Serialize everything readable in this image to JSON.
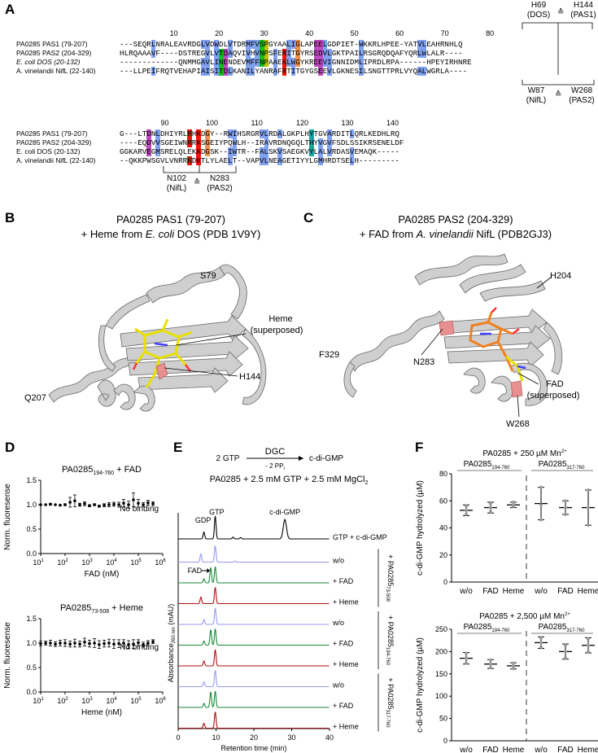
{
  "panels": {
    "A": "A",
    "B": "B",
    "C": "C",
    "D": "D",
    "E": "E",
    "F": "F"
  },
  "alignment": {
    "block1": {
      "ruler": [
        "10",
        "20",
        "30",
        "40",
        "50",
        "60",
        "70",
        "80"
      ],
      "names": [
        "PA0285 PAS1 (79-207)",
        "PA0285 PAS2 (204-329)",
        "E. coli DOS (20-132)",
        "A. vinelandii NifL (22-140)"
      ],
      "seqs": [
        "---SEQRLNRALEAVRDGLVDWDLVTDRMFVSPGYAALIGLAPEELGDPIET-WKKRLHPEE-YATVLEAHRNHLQ",
        "HLRQAAAVF----DSTREGVLVTDAQVIVHVNPSFERITGYRSEDVLGKTPAILRSGRQDQAFYQRLWLALR----",
        "-------------QNMMGAVLINENDEVMFFNPAAEKLWGYKREEVIGNNIDMLIPRDLRPA------HPEYIRHNRE",
        "---LLPEIFRQTVEHAPIAISITDLKANILYANRAFRTITGYGSEEVLGKNESILSNGTTPRLVYQALWGRLA----"
      ],
      "top_annot_res": "H69\n(DOS)",
      "top_annot_res2": "H144\n(PAS1)",
      "bot_annot_res": "W87\n(NifL)",
      "bot_annot_res2": "W268\n(PAS2)"
    },
    "block2": {
      "ruler": [
        "90",
        "100",
        "110",
        "120",
        "130",
        "140"
      ],
      "names": [
        "PA0285 PAS1 (79-207)",
        "PA0285 PAS2 (204-329)",
        "E. coli DOS (20-132)",
        "A. vinelandii NifL (22-140)"
      ],
      "seqs": [
        "G---LTDNLDHIYRLRHKDGY--RWIHSRGRVLRDALGKPLHYTGVARDITLQRLKEDHLRQ",
        "----EQDVVSGEIWNRRKSGEIYPQWLH--IRAVRDNQGQLTHYVGVFSDLSSIKRSENELDF",
        "GGKARVEGMSRELQLEKKDGSK--IWTR--FALSKVSAEGKVYLALVRDASVEMAQK-----",
        "--QKKPWSGVLVNRRKDKTLYLAELT--VAPVLNEAGETIYYLGMHRDTSELH---------"
      ],
      "bot_annot_res": "N102\n(NifL)",
      "bot_annot_res2": "N283\n(PAS2)"
    },
    "anchor_symbol": "≙"
  },
  "panelB": {
    "title1": "PA0285 PAS1 (79-207)",
    "title2_pre": "+ Heme from ",
    "title2_ital": "E. coli",
    "title2_post": " DOS (PDB 1V9Y)",
    "labels": {
      "s79": "S79",
      "heme": "Heme",
      "heme2": "(superposed)",
      "h144": "H144",
      "q207": "Q207"
    }
  },
  "panelC": {
    "title1": "PA0285 PAS2 (204-329)",
    "title2_pre": "+ FAD from ",
    "title2_ital": "A. vinelandii",
    "title2_post": " NifL (PDB2GJ3)",
    "labels": {
      "h204": "H204",
      "f329": "F329",
      "n283": "N283",
      "fad": "FAD",
      "fad2": "(superposed)",
      "w268": "W268"
    }
  },
  "panelD": {
    "top_title": "PA0285",
    "top_title_sub": "194-760",
    "top_title_post": " + FAD",
    "top_note": "No binding",
    "top_xlabel": "FAD (nM)",
    "bot_title": "PA0285",
    "bot_title_sub": "73-508",
    "bot_title_post": " + Heme",
    "bot_note": "No binding",
    "bot_xlabel": "Heme (nM)",
    "ylabel": "Norm. fluoresense",
    "yticks": [
      "0.0",
      "0.5",
      "1.0",
      "1.5"
    ],
    "xticks_base": "10",
    "xticks_exp": [
      "1",
      "2",
      "3",
      "4",
      "5",
      "6"
    ]
  },
  "panelE": {
    "reaction_left": "2 GTP",
    "reaction_enzyme": "DGC",
    "reaction_by": "- 2 PP",
    "reaction_by_sub": "i",
    "reaction_right": "c-di-GMP",
    "condition": "PA0285 + 2.5 mM GTP + 2.5 mM MgCl",
    "condition_sub": "2",
    "peak_labels": {
      "gdp": "GDP",
      "gtp": "GTP",
      "cdg": "c-di-GMP",
      "fad": "FAD"
    },
    "ylabel": "Absorbance",
    "ylabel_sub": "260 nm",
    "ylabel_post": " (mAU)",
    "xlabel": "Retention time (min)",
    "xticks": [
      "0",
      "10",
      "20",
      "30",
      "40"
    ],
    "trace_labels": [
      "GTP + c-di-GMP",
      "w/o",
      "+ FAD",
      "+ Heme",
      "w/o",
      "+ FAD",
      "+ Heme",
      "w/o",
      "+ FAD",
      "+ Heme"
    ],
    "groups": [
      {
        "label": "+ PA0285",
        "sub": "73-508"
      },
      {
        "label": "+ PA0285",
        "sub": "194-760"
      },
      {
        "label": "+ PA0285",
        "sub": "317-760"
      }
    ],
    "colors": {
      "ref": "#000000",
      "wo": "#9999ee",
      "fad": "#1a8a3a",
      "heme": "#b01010"
    }
  },
  "panelF": {
    "top_title": "PA0285 + 250 µM Mn",
    "top_title_sup": "2+",
    "bot_title": "PA0285 + 2,500 µM Mn",
    "bot_title_sup": "2+",
    "group_left": "PA0285",
    "group_left_sub": "194-760",
    "group_right": "PA0285",
    "group_right_sub": "317-760",
    "ylabel": "c-di-GMP hydrolyzed (µM)",
    "top_yticks": [
      "0",
      "20",
      "40",
      "60",
      "80"
    ],
    "bot_yticks": [
      "0",
      "50",
      "100",
      "150",
      "200",
      "250"
    ],
    "xticks": [
      "w/o",
      "FAD",
      "Heme",
      "w/o",
      "FAD",
      "Heme"
    ]
  },
  "chart_data": [
    {
      "type": "scatter",
      "title": "PA0285194-760 + FAD",
      "xlabel": "FAD (nM)",
      "ylabel": "Norm. fluoresense",
      "xscale": "log",
      "xlim": [
        10,
        1000000
      ],
      "ylim": [
        0,
        1.5
      ],
      "x": [
        10,
        16,
        25,
        40,
        63,
        100,
        160,
        250,
        400,
        630,
        1000,
        1600,
        2500,
        4000,
        6300,
        10000,
        16000,
        25000,
        40000,
        63000,
        100000,
        160000,
        250000,
        400000
      ],
      "y": [
        1.0,
        1.0,
        1.01,
        1.0,
        0.99,
        1.0,
        1.05,
        1.08,
        1.0,
        1.02,
        0.98,
        1.0,
        0.97,
        0.99,
        1.0,
        1.01,
        1.0,
        1.03,
        1.0,
        1.1,
        1.03,
        1.0,
        1.04,
        1.02
      ],
      "err": [
        0.0,
        0.0,
        0.02,
        0.0,
        0.0,
        0.02,
        0.1,
        0.12,
        0.03,
        0.04,
        0.02,
        0.02,
        0.02,
        0.03,
        0.04,
        0.04,
        0.05,
        0.08,
        0.07,
        0.14,
        0.08,
        0.04,
        0.05,
        0.04
      ]
    },
    {
      "type": "scatter",
      "title": "PA028573-508 + Heme",
      "xlabel": "Heme (nM)",
      "ylabel": "Norm. fluoresense",
      "xscale": "log",
      "xlim": [
        10,
        1000000
      ],
      "ylim": [
        0,
        1.5
      ],
      "x": [
        10,
        16,
        25,
        40,
        63,
        100,
        160,
        250,
        400,
        630,
        1000,
        1600,
        2500,
        4000,
        6300,
        10000,
        16000,
        25000,
        40000,
        63000,
        100000,
        160000,
        250000,
        400000
      ],
      "y": [
        0.99,
        1.0,
        1.0,
        0.98,
        1.0,
        1.0,
        0.98,
        1.0,
        0.98,
        1.02,
        0.99,
        1.0,
        0.97,
        0.99,
        1.0,
        0.98,
        0.99,
        1.0,
        0.97,
        0.98,
        1.01,
        0.97,
        1.0,
        1.03
      ],
      "err": [
        0.05,
        0.04,
        0.06,
        0.05,
        0.06,
        0.07,
        0.06,
        0.08,
        0.06,
        0.08,
        0.07,
        0.09,
        0.08,
        0.07,
        0.08,
        0.09,
        0.08,
        0.07,
        0.08,
        0.09,
        0.06,
        0.05,
        0.05,
        0.04
      ]
    },
    {
      "type": "line",
      "title": "PA0285 + 2.5 mM GTP + 2.5 mM MgCl2",
      "xlabel": "Retention time (min)",
      "ylabel": "Absorbance260 nm (mAU)",
      "xlim": [
        0,
        40
      ],
      "peaks_min": {
        "GDP": 6.8,
        "GTP": 9.8,
        "FAD": 8.6,
        "c-di-GMP": 28.2
      },
      "series": [
        {
          "name": "GTP + c-di-GMP",
          "peaks": [
            [
              6.8,
              0.3
            ],
            [
              9.8,
              1.0
            ],
            [
              14.5,
              0.08
            ],
            [
              16.5,
              0.06
            ],
            [
              28.2,
              0.85
            ]
          ]
        },
        {
          "name": "w/o",
          "peaks": [
            [
              6.0,
              0.5
            ],
            [
              9.8,
              1.0
            ],
            [
              15.0,
              0.05
            ]
          ]
        },
        {
          "name": "+ FAD",
          "peaks": [
            [
              6.8,
              0.25
            ],
            [
              8.6,
              0.95
            ],
            [
              9.8,
              1.0
            ]
          ]
        },
        {
          "name": "+ Heme",
          "peaks": [
            [
              6.0,
              0.4
            ],
            [
              9.8,
              1.0
            ]
          ]
        },
        {
          "name": "w/o",
          "peaks": [
            [
              6.8,
              0.3
            ],
            [
              9.8,
              1.0
            ]
          ]
        },
        {
          "name": "+ FAD",
          "peaks": [
            [
              6.8,
              0.25
            ],
            [
              8.6,
              0.95
            ],
            [
              9.8,
              1.0
            ]
          ]
        },
        {
          "name": "+ Heme",
          "peaks": [
            [
              6.8,
              0.3
            ],
            [
              9.8,
              1.0
            ]
          ]
        },
        {
          "name": "w/o",
          "peaks": [
            [
              6.8,
              0.3
            ],
            [
              9.8,
              1.0
            ]
          ]
        },
        {
          "name": "+ FAD",
          "peaks": [
            [
              6.8,
              0.25
            ],
            [
              8.6,
              0.95
            ],
            [
              9.8,
              1.0
            ]
          ]
        },
        {
          "name": "+ Heme",
          "peaks": [
            [
              6.8,
              0.3
            ],
            [
              9.8,
              1.0
            ]
          ]
        }
      ]
    },
    {
      "type": "scatter",
      "title": "PA0285 + 250 µM Mn2+",
      "ylabel": "c-di-GMP hydrolyzed (µM)",
      "ylim": [
        0,
        80
      ],
      "categories": [
        "w/o",
        "FAD",
        "Heme",
        "w/o",
        "FAD",
        "Heme"
      ],
      "groups": [
        "PA0285194-760",
        "PA0285194-760",
        "PA0285194-760",
        "PA0285317-760",
        "PA0285317-760",
        "PA0285317-760"
      ],
      "mean": [
        53,
        55,
        57,
        58,
        55,
        55
      ],
      "err": [
        4,
        4,
        2,
        12,
        5,
        13
      ],
      "points": [
        [
          50,
          53,
          56
        ],
        [
          52,
          55,
          58
        ],
        [
          56,
          57,
          59
        ],
        [
          46,
          57,
          70
        ],
        [
          50,
          55,
          60
        ],
        [
          42,
          55,
          68
        ]
      ]
    },
    {
      "type": "scatter",
      "title": "PA0285 + 2,500 µM Mn2+",
      "ylabel": "c-di-GMP hydrolyzed (µM)",
      "ylim": [
        0,
        250
      ],
      "categories": [
        "w/o",
        "FAD",
        "Heme",
        "w/o",
        "FAD",
        "Heme"
      ],
      "groups": [
        "PA0285194-760",
        "PA0285194-760",
        "PA0285194-760",
        "PA0285317-760",
        "PA0285317-760",
        "PA0285317-760"
      ],
      "mean": [
        185,
        172,
        168,
        220,
        200,
        214
      ],
      "err": [
        13,
        10,
        7,
        13,
        17,
        17
      ],
      "points": [
        [
          174,
          185,
          196
        ],
        [
          164,
          172,
          181
        ],
        [
          162,
          168,
          174
        ],
        [
          210,
          220,
          230
        ],
        [
          186,
          200,
          214
        ],
        [
          200,
          214,
          228
        ]
      ]
    }
  ]
}
